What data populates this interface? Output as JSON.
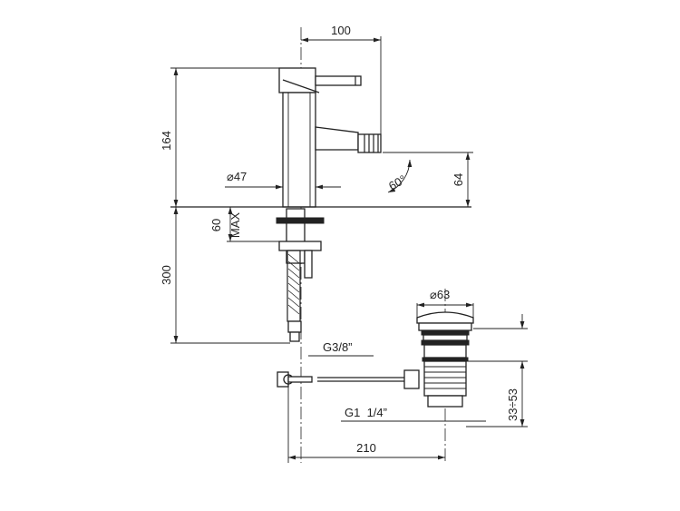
{
  "dimensions": {
    "reach": "100",
    "spout_height": "164",
    "body_diameter": "⌀47",
    "spout_angle": "60°",
    "spout_to_deck": "64",
    "deck_thickness": "60",
    "deck_thickness_note": "MAX",
    "hose_length": "300",
    "hose_connection": "G3/8”",
    "waste_diameter": "⌀63",
    "waste_thread": "G1  1/4”",
    "waste_adjustment": "33÷53",
    "rod_length": "210"
  },
  "colors": {
    "line": "#222222",
    "background": "#ffffff"
  }
}
